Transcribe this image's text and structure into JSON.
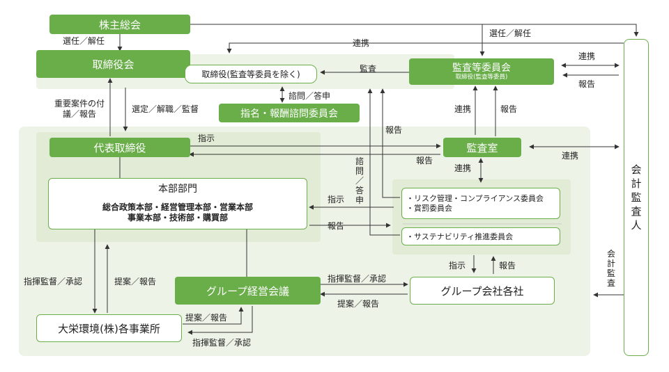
{
  "nodes": {
    "shareholders": "株主総会",
    "board": "取締役会",
    "directors_excl": "取締役(監査等委員を除く)",
    "nomination": "指名・報酬諮問委員会",
    "audit_committee": "監査等委員会",
    "audit_committee_sub": "取締役(監査等委員)",
    "president": "代表取締役",
    "audit_office": "監査室",
    "hq": "本部部門",
    "hq_line1": "総合政策本部・経営管理本部・営業本部",
    "hq_line2": "事業本部・技術部・購買部",
    "risk_committee_1": "・リスク管理・コンプライアンス委員会",
    "risk_committee_2": "・賞罰委員会",
    "sustainability": "・サステナビリティ推進委員会",
    "group_meeting": "グループ経営会議",
    "group_companies": "グループ会社各社",
    "offices": "大栄環境(株)各事業所",
    "auditor": "会計監査人"
  },
  "labels": {
    "elect_dismiss": "選任／解任",
    "cooperate": "連携",
    "report": "報告",
    "audit": "監査",
    "consult_answer": "諮問／答申",
    "important_matters": "重要案件の付議／報告",
    "select_dismiss_supervise": "選定／解職／監督",
    "instruct": "指示",
    "supervise_approve": "指揮監督／承認",
    "propose_report": "提案／報告",
    "accounting_audit": "会計監査"
  }
}
